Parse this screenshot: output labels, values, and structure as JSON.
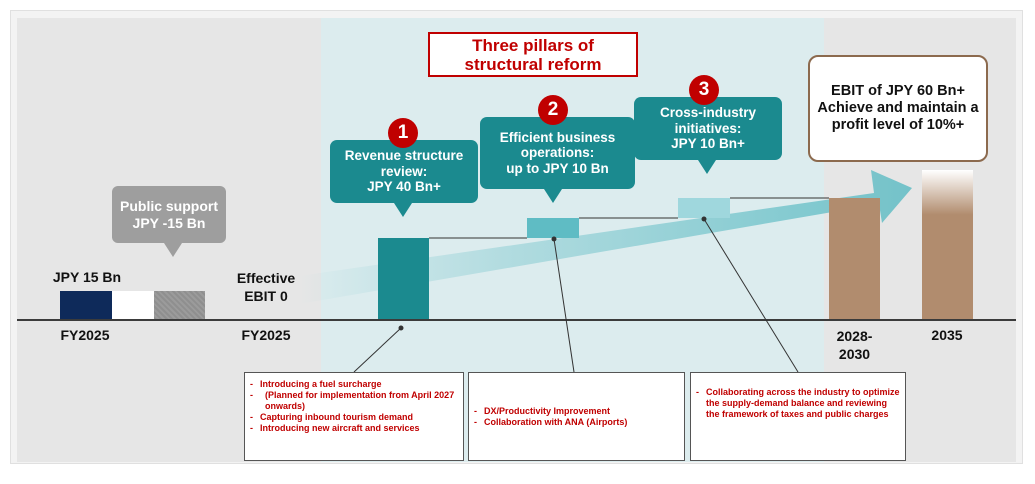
{
  "title": [
    "Three pillars of",
    "structural reform"
  ],
  "bars": {
    "ebit_fy2025": {
      "label": "JPY 15 Bn",
      "period": "FY2025",
      "color": "#0e2a5a"
    },
    "public_support": {
      "label": [
        "Public support",
        "JPY -15 Bn"
      ],
      "color": "#8f8f8f"
    },
    "effective": {
      "label": [
        "Effective",
        "EBIT 0"
      ],
      "period": "FY2025"
    },
    "target_2028": {
      "period": [
        "2028-",
        "2030"
      ],
      "color": "#b18c6e"
    },
    "target_2035": {
      "period": "2035",
      "color": "#b18c6e"
    }
  },
  "pillars": [
    {
      "number": "1",
      "label": [
        "Revenue structure",
        "review:",
        "JPY 40 Bn+"
      ],
      "color": "#1b8a8f"
    },
    {
      "number": "2",
      "label": [
        "Efficient business",
        "operations:",
        "up to JPY 10 Bn"
      ],
      "color": "#5fbcc4"
    },
    {
      "number": "3",
      "label": [
        "Cross-industry",
        "initiatives:",
        "JPY 10 Bn+"
      ],
      "color": "#9fd7dd"
    }
  ],
  "target": [
    "EBIT of JPY 60 Bn+",
    "Achieve and maintain a",
    "profit level of 10%+"
  ],
  "notes": {
    "pillar1": [
      "Introducing a fuel surcharge",
      "(Planned for implementation from April 2027 onwards)",
      "Capturing inbound tourism demand",
      "Introducing new aircraft and services"
    ],
    "pillar2": [
      "DX/Productivity Improvement",
      "Collaboration with ANA (Airports)"
    ],
    "pillar3": [
      "Collaborating across the industry to optimize the supply-demand balance and reviewing the framework of taxes and public charges"
    ]
  },
  "colors": {
    "accent_red": "#c00000",
    "teal": "#1b8a8f",
    "brown": "#8c6a4e"
  }
}
